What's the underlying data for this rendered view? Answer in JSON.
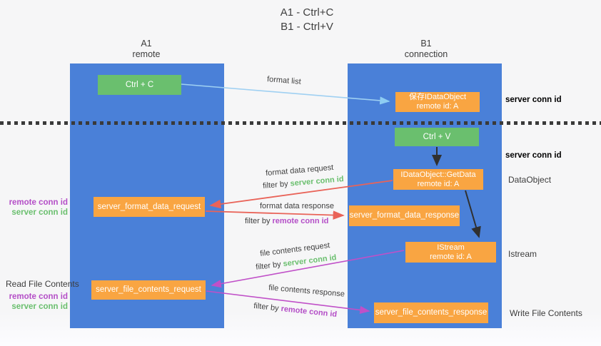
{
  "title": {
    "line1": "A1 - Ctrl+C",
    "line2": "B1 - Ctrl+V"
  },
  "columns": {
    "a": {
      "name": "A1",
      "subtitle": "remote"
    },
    "b": {
      "name": "B1",
      "subtitle": "connection"
    }
  },
  "nodes": {
    "ctrl_c": {
      "label": "Ctrl + C"
    },
    "save_dataobject": {
      "line1": "保存IDataObject",
      "line2": "remote id: A"
    },
    "ctrl_v": {
      "label": "Ctrl + V"
    },
    "getdata": {
      "line1": "IDataObject::GetData",
      "line2": "remote id: A"
    },
    "format_request": {
      "label": "server_format_data_request"
    },
    "format_response": {
      "label": "server_format_data_response"
    },
    "istream": {
      "line1": "IStream",
      "line2": "remote id: A"
    },
    "file_request": {
      "label": "server_file_contents_request"
    },
    "file_response": {
      "label": "server_file_contents_response"
    }
  },
  "edges": {
    "format_list": {
      "label": "format list"
    },
    "format_data_request": {
      "label": "format data request",
      "filter_prefix": "filter by",
      "filter_value": "server conn id"
    },
    "format_data_response": {
      "label": "format data response",
      "filter_prefix": "filter by",
      "filter_value": "remote conn id"
    },
    "file_contents_request": {
      "label": "file contents request",
      "filter_prefix": "filter by",
      "filter_value": "server conn id"
    },
    "file_contents_response": {
      "label": "file contents response",
      "filter_prefix": "filter by",
      "filter_value": "remote conn id"
    }
  },
  "side_labels": {
    "left_format_remote": "remote conn id",
    "left_format_server": "server conn id",
    "read_file_contents": "Read File Contents",
    "left_file_remote": "remote conn id",
    "left_file_server": "server conn id",
    "right_server_conn_top": "server conn id",
    "right_server_conn_mid": "server conn id",
    "right_dataobject": "DataObject",
    "right_istream": "Istream",
    "right_write_file": "Write File Contents"
  },
  "colors": {
    "column_blue": "#4a80d8",
    "node_green": "#6abf6e",
    "node_orange": "#f9a542",
    "arrow_red": "#e96358",
    "arrow_magenta": "#c050c8",
    "arrow_lightblue": "#9fd0f2",
    "arrow_black": "#303030",
    "text_green": "#6abf6e",
    "text_purple": "#b44ec7",
    "dash_line": "#3a3a3a"
  }
}
